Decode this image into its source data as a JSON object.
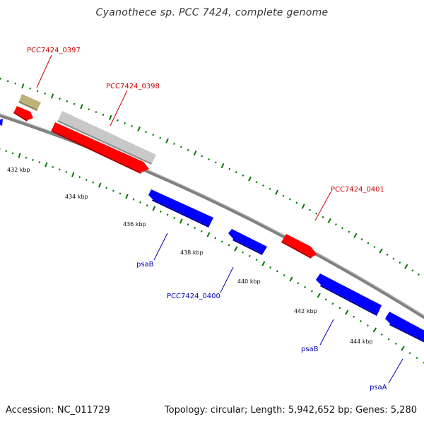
{
  "title": "Cyanothece sp. PCC 7424, complete genome",
  "footer": {
    "accession": "Accession: NC_011729",
    "summary": "Topology: circular; Length: 5,942,652 bp; Genes: 5,280"
  },
  "colors": {
    "backbone": "#808080",
    "forward_gene": "#ff0000",
    "reverse_gene": "#0000ff",
    "other_feature": "#c8c8c8",
    "misc_feature": "#bdb27a",
    "ticks": "#007700",
    "red_label": "#cc0000",
    "blue_label": "#0000bb"
  },
  "ticks": [
    {
      "label": "432 kbp"
    },
    {
      "label": "434 kbp"
    },
    {
      "label": "436 kbp"
    },
    {
      "label": "438 kbp"
    },
    {
      "label": "440 kbp"
    },
    {
      "label": "442 kbp"
    },
    {
      "label": "444 kbp"
    }
  ],
  "features": [
    {
      "label": "PCC7424_0397"
    },
    {
      "label": "PCC7424_0398"
    },
    {
      "label": "PCC7424_0401"
    },
    {
      "label": "psaB"
    },
    {
      "label": "PCC7424_0400"
    },
    {
      "label": "psaB"
    },
    {
      "label": "psaA"
    }
  ]
}
